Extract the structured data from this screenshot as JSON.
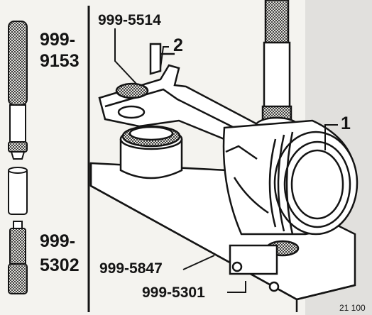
{
  "labels": {
    "tool_9153_a": "999-",
    "tool_9153_b": "9153",
    "tool_5302_a": "999-",
    "tool_5302_b": "5302",
    "tool_5514": "999-5514",
    "callout_2": "2",
    "callout_1": "1",
    "tool_5847": "999-5847",
    "tool_5301": "999-5301",
    "figure_number": "21 100"
  },
  "colors": {
    "ink": "#141414",
    "paper": "#f4f3ef",
    "knurl": "#5a5a5a",
    "faint_bg": "#d8d6cf"
  }
}
